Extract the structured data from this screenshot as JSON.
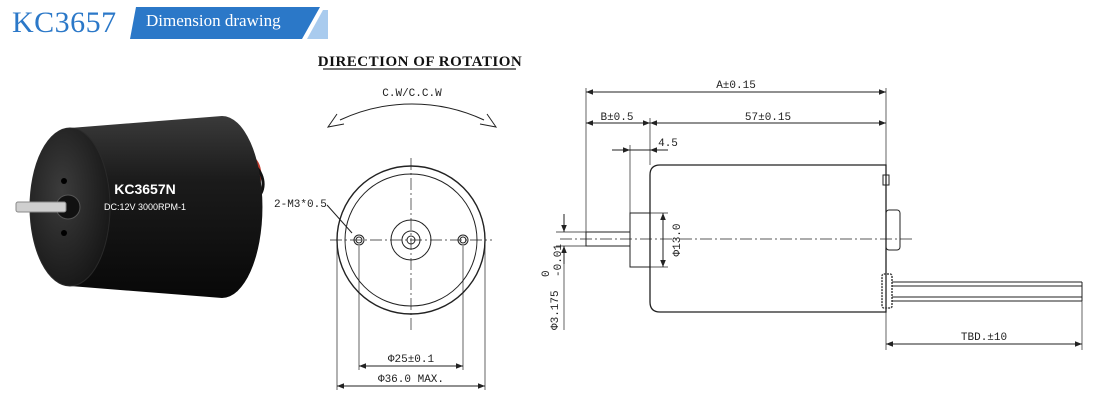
{
  "header": {
    "model": "KC3657",
    "tab_label": "Dimension drawing",
    "accent_color": "#2b78c8"
  },
  "photo": {
    "motor_model": "KC3657N",
    "motor_spec": "DC:12V  3000RPM-1",
    "body_color": "#1a1a1a",
    "wire_colors": [
      "#c0392b",
      "#111111"
    ]
  },
  "front_view": {
    "title": "DIRECTION OF ROTATION",
    "rotation": "C.W/C.C.W",
    "screw_label": "2-M3*0.5",
    "dim_pcd": "Φ25±0.1",
    "dim_body": "Φ36.0 MAX."
  },
  "side_view": {
    "dim_total": "A±0.15",
    "dim_shaft": "B±0.5",
    "dim_body": "57±0.15",
    "dim_boss_len": "4.5",
    "dim_boss_dia": "Φ13.0",
    "dim_shaft_dia": "Φ3.175",
    "tol_upper": "0",
    "tol_lower": "-0.01",
    "dim_leads": "TBD.±10"
  }
}
